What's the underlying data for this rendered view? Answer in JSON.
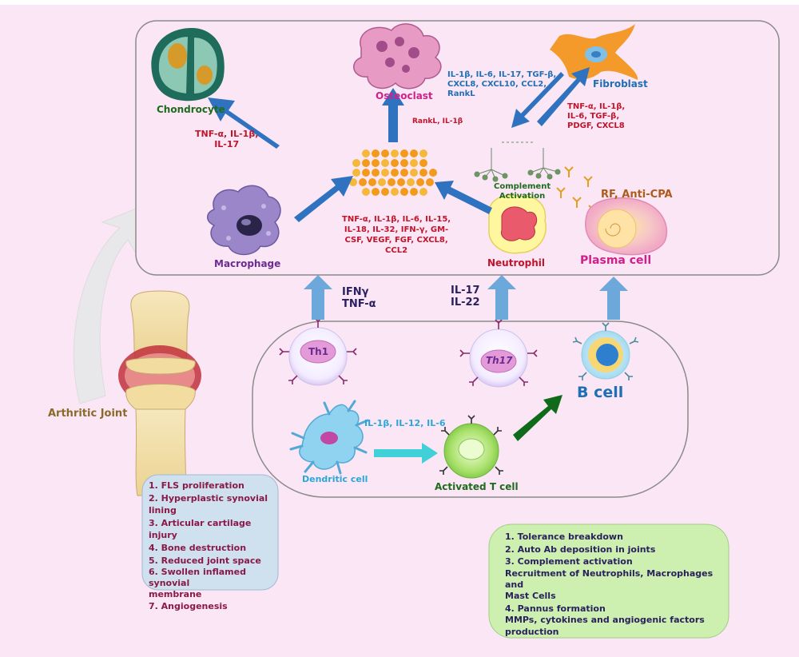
{
  "cells": {
    "chondrocyte": "Chondrocyte",
    "osteoclast": "Osteoclast",
    "fibroblast": "Fibroblast",
    "macrophage": "Macrophage",
    "neutrophil": "Neutrophil",
    "plasma_cell": "Plasma cell",
    "th1": "Th1",
    "th17": "Th17",
    "b_cell": "B cell",
    "dendritic_cell": "Dendritic cell",
    "activated_t_cell": "Activated T cell"
  },
  "labels": {
    "chondrocyte_cytokines": "TNF-α, IL-1β,\nIL-17",
    "osteoclast_cytokines": "RankL, IL-1β",
    "fibroblast_in": "IL-1β, IL-6, IL-17, TGF-β,\nCXCL8, CXCL10, CCL2,\nRankL",
    "fibroblast_out": "TNF-α, IL-1β,\nIL-6, TGF-β,\nPDGF, CXCL8",
    "complement_activation": "Complement\nActivation",
    "rf_anti_cpa": "RF, Anti-CPA",
    "central_cytokines": "TNF-α, IL-1β, IL-6, IL-15,\nIL-18, IL-32, IFN-γ, GM-\nCSF, VEGF, FGF, CXCL8,\nCCL2",
    "th1_cytokines": "IFNγ\nTNF-α",
    "th17_cytokines": "IL-17\nIL-22",
    "dc_cytokines": "IL-1β, IL-12, IL-6",
    "arthritic_joint": "Arthritic Joint"
  },
  "joint_effects": [
    "1. FLS proliferation",
    "2. Hyperplastic synovial lining",
    "3. Articular cartilage injury",
    "4. Bone destruction",
    "5. Reduced joint space",
    "6. Swollen inflamed synovial\nmembrane",
    "7. Angiogenesis"
  ],
  "mechanisms": [
    "1. Tolerance breakdown",
    "2. Auto Ab deposition in joints",
    "3. Complement activation",
    "Recruitment of Neutrophils, Macrophages and\nMast Cells",
    "4. Pannus formation",
    "MMPs, cytokines and angiogenic factors\nproduction"
  ],
  "colors": {
    "background": "#fbe6f5",
    "panel_border": "#8a8a8a",
    "arrow_blue": "#2f72c0",
    "arrow_light_blue": "#6da8db",
    "arrow_cyan": "#3fd0d8",
    "arrow_dark_green": "#0f6b1a",
    "joint_box": "#cfe0ee",
    "mechanism_box": "#cdf0b0"
  }
}
